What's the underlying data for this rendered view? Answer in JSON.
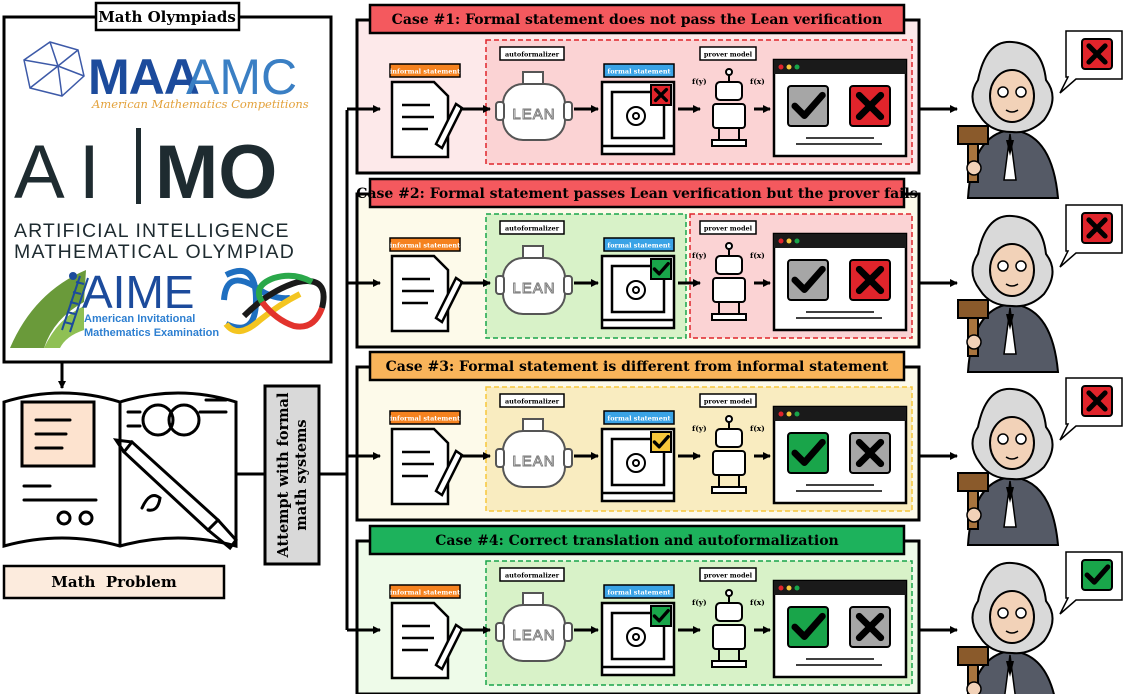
{
  "olympiads": {
    "title": "Math Olympiads",
    "maa_amc": {
      "maa": "MAA",
      "amc": "AMC",
      "subtitle": "American Mathematics Competitions"
    },
    "aimo": {
      "left": "AI",
      "right": "MO",
      "line1": "ARTIFICIAL INTELLIGENCE",
      "line2": "MATHEMATICAL OLYMPIAD"
    },
    "aime": {
      "title": "AIME",
      "line1": "American Invitational",
      "line2": "Mathematics Examination"
    }
  },
  "math_problem_label": "Math  Problem",
  "attempt_label_line1": "Attempt with formal",
  "attempt_label_line2": "math systems",
  "tags": {
    "informal": "informal statement",
    "autoformalizer": "autoformalizer",
    "formal": "formal statement",
    "prover": "prover model"
  },
  "lean_text": "LEAN",
  "fx": "f(x)",
  "fy": "f(y)",
  "cases": [
    {
      "title": "Case #1: Formal statement does not pass the Lean verification",
      "header_color": "#f4595e",
      "bg": "#fde9ea",
      "formal_badge": "cross",
      "result": "cross",
      "judge_verdict": "cross"
    },
    {
      "title": "Case #2: Formal statement passes Lean verification but the prover fails",
      "header_color": "#f4595e",
      "bg": "#fdfaea",
      "formal_badge": "check",
      "result": "cross",
      "judge_verdict": "cross"
    },
    {
      "title": "Case #3: Formal statement is different from informal statement",
      "header_color": "#f9b45a",
      "bg": "#fdfaea",
      "formal_badge": "check",
      "result": "check",
      "judge_verdict": "cross"
    },
    {
      "title": "Case #4: Correct translation and autoformalization",
      "header_color": "#1db25c",
      "bg": "#eefbe9",
      "formal_badge": "check",
      "result": "check",
      "judge_verdict": "check"
    }
  ],
  "colors": {
    "informal_tag": "#f5821f",
    "formal_tag": "#3aa3e6",
    "red": "#e0242b",
    "green": "#19a54a",
    "gray": "#a6a6a6",
    "yellow": "#f7c73b",
    "maa_blue": "#1c4b9c",
    "amc_blue": "#3a7fc4",
    "amc_gold": "#e3a13a"
  }
}
